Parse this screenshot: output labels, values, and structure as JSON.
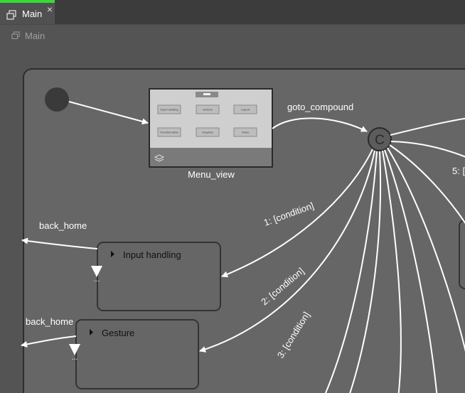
{
  "tab": {
    "label": "Main",
    "active_color": "#33dd33"
  },
  "breadcrumb": {
    "label": "Main"
  },
  "canvas": {
    "background": "#545454",
    "container_color": "#666666",
    "menu_view": {
      "label": "Menu_view",
      "buttons": [
        "Input handling",
        "Gesture",
        "Layout",
        "Transformation",
        "Graphics",
        "Video"
      ]
    },
    "compound": {
      "symbol": "C"
    },
    "transitions": {
      "goto": "goto_compound",
      "c1": "1: [condition]",
      "c2": "2: [condition]",
      "c3": "3: [condition]",
      "c5": "5: [",
      "back1": "back_home",
      "back2": "back_home"
    },
    "states": {
      "input": {
        "label": "Input handling"
      },
      "gesture": {
        "label": "Gesture"
      }
    },
    "history_marker": "..."
  }
}
